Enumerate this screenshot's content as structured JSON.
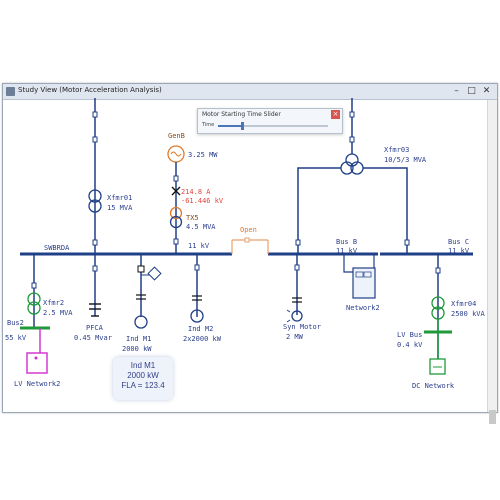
{
  "window": {
    "title": "Study View (Motor Acceleration Analysis)"
  },
  "slider": {
    "title": "Motor Starting Time Slider",
    "label": "Time",
    "position_fraction": 0.22
  },
  "labels": {
    "genb": "GenB",
    "genb_mw": "3.25 MW",
    "xfmr01": "Xfmr01",
    "xfmr01_mva": "15 MVA",
    "amps": "214.8 A",
    "kv": "-61.446 kV",
    "tx5": "TX5",
    "tx5_mva": "4.5 MVA",
    "swbrda": "SWBRDA",
    "swbrda_kv": "11 kV",
    "open": "Open",
    "xfmr03": "Xfmr03",
    "xfmr03_mva": "10/5/3 MVA",
    "busb": "Bus B",
    "busb_kv": "11 kV",
    "busc": "Bus C",
    "busc_kv": "11 kV",
    "network2": "Network2",
    "xfmr2": "Xfmr2",
    "xfmr2_mva": "2.5 MVA",
    "bus2": "Bus2",
    "bus2_kv": "55 kV",
    "pfca": "PFCA",
    "pfca_mvar": "0.45 Mvar",
    "indm1": "Ind M1",
    "indm1_kw": "2000 kW",
    "indm2": "Ind M2",
    "indm2_kw": "2x2000 kW",
    "synmotor": "Syn Motor",
    "synmotor_mw": "2 MW",
    "xfmr04": "Xfmr04",
    "xfmr04_kva": "2500 kVA",
    "lvbus": "LV Bus",
    "lvbus_kv": "0.4 kV",
    "lvnetwork2": "LV Network2",
    "dcnetwork": "DC Network"
  },
  "tooltip": {
    "line1": "Ind M1",
    "line2": "2000 kW",
    "line3": "FLA = 123.4"
  },
  "colors": {
    "bus": "#1f3f87",
    "green": "#1e9a3a",
    "genb": "#e07a2b",
    "magenta": "#d12ccf",
    "red_value": "#e0463c",
    "label": "#2b3e8c"
  }
}
